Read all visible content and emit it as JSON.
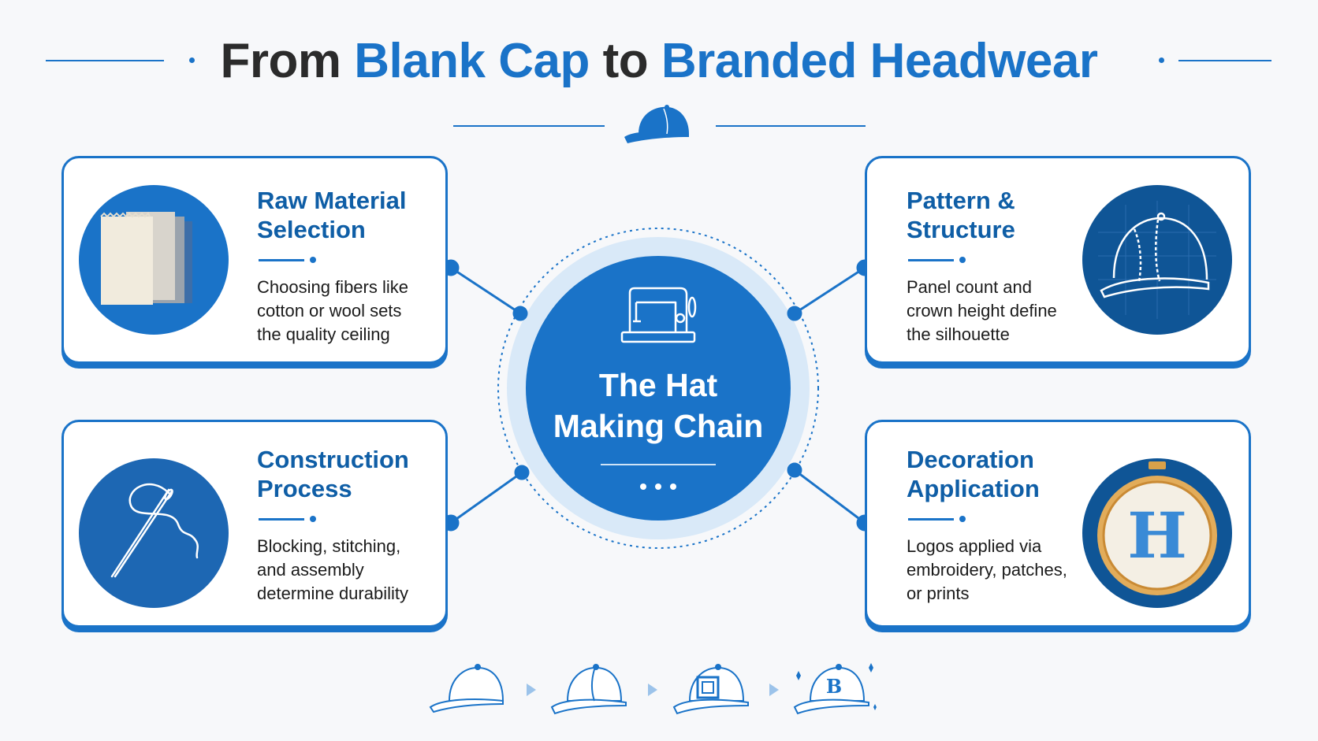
{
  "header": {
    "title_part1": "From",
    "title_part2": "Blank Cap",
    "title_part3": "to",
    "title_part4": "Branded Headwear"
  },
  "hub": {
    "title_line1": "The Hat",
    "title_line2": "Making Chain"
  },
  "cards": [
    {
      "id": "raw-material",
      "title_lines": [
        "Raw Material",
        "Selection"
      ],
      "desc_lines": [
        "Choosing fibers like",
        "cotton or wool sets",
        "the quality ceiling"
      ],
      "icon": "fabric-swatches-icon"
    },
    {
      "id": "pattern-structure",
      "title_lines": [
        "Pattern &",
        "Structure"
      ],
      "desc_lines": [
        "Panel count and",
        "crown height define",
        "the silhouette"
      ],
      "icon": "cap-blueprint-icon"
    },
    {
      "id": "construction-process",
      "title_lines": [
        "Construction",
        "Process"
      ],
      "desc_lines": [
        "Blocking, stitching,",
        "and assembly",
        "determine durability"
      ],
      "icon": "needle-thread-icon"
    },
    {
      "id": "decoration-application",
      "title_lines": [
        "Decoration",
        "Application"
      ],
      "desc_lines": [
        "Logos applied via",
        "embroidery, patches,",
        "or prints"
      ],
      "icon": "embroidery-hoop-icon"
    }
  ],
  "hoop_letter": "H",
  "progression": {
    "steps": [
      "blank-cap-icon",
      "structured-cap-icon",
      "patch-cap-icon",
      "branded-cap-icon"
    ],
    "branded_letter": "B"
  },
  "colors": {
    "accent": "#1a73c8",
    "dark_accent": "#0f5ea6",
    "text": "#2b2b2b",
    "background": "#f7f8fa"
  }
}
